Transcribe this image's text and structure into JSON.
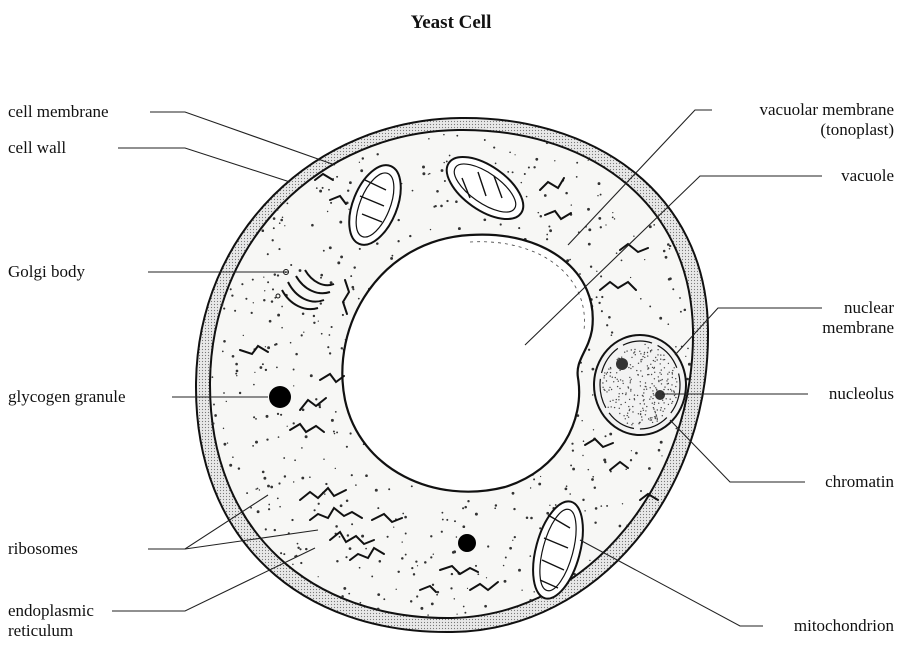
{
  "title": "Yeast Cell",
  "labels": {
    "cell_membrane": "cell membrane",
    "cell_wall": "cell wall",
    "golgi_body": "Golgi body",
    "glycogen_granule": "glycogen granule",
    "ribosomes": "ribosomes",
    "endoplasmic_1": "endoplasmic",
    "endoplasmic_2": "reticulum",
    "vacuolar_1": "vacuolar membrane",
    "vacuolar_2": "(tonoplast)",
    "vacuole": "vacuole",
    "nuclear_1": "nuclear",
    "nuclear_2": "membrane",
    "nucleolus": "nucleolus",
    "chromatin": "chromatin",
    "mitochondrion": "mitochondrion"
  }
}
